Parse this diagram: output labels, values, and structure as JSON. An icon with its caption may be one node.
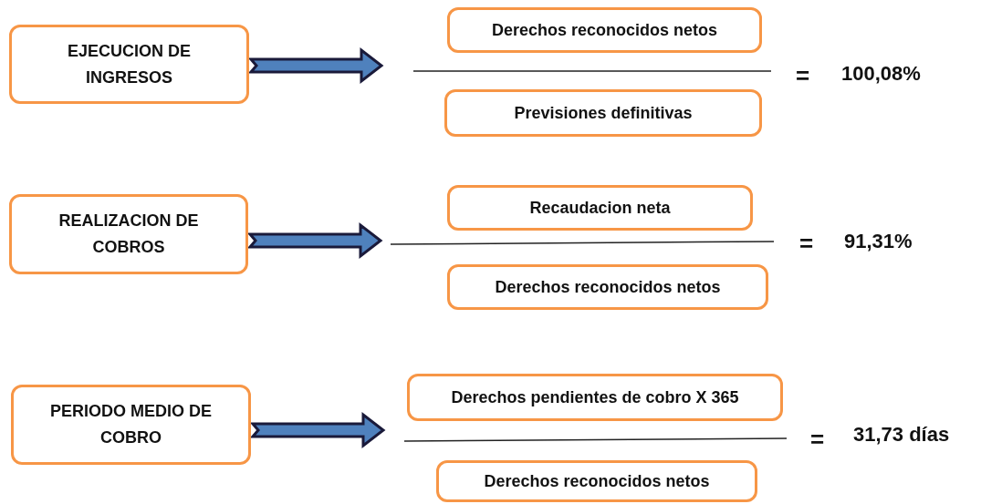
{
  "diagram": {
    "nodes": [
      {
        "text": [
          "EJECUCION DE INGRESOS"
        ]
      },
      {
        "text": [
          "Derechos reconocidos netos"
        ]
      },
      {
        "text": [
          "Previsiones definitivas"
        ]
      },
      {
        "text": [
          "REALIZACION DE COBROS"
        ]
      },
      {
        "text": [
          "Recaudacion neta"
        ]
      },
      {
        "text": [
          "Derechos reconocidos netos"
        ]
      },
      {
        "text": [
          "PERIODO MEDIO DE COBRO"
        ]
      },
      {
        "text": [
          "Derechos pendientes de cobro X 365"
        ]
      },
      {
        "text": [
          "Derechos reconocidos netos"
        ]
      }
    ],
    "edges": [
      {
        "from": 0,
        "to": null,
        "arrow": "to"
      },
      {
        "from": 3,
        "to": null,
        "arrow": "to"
      },
      {
        "from": 6,
        "to": null,
        "arrow": "to"
      }
    ],
    "labels": [
      "=",
      "100,08%",
      "=",
      "91,31%",
      "=",
      "31,73 días"
    ]
  }
}
